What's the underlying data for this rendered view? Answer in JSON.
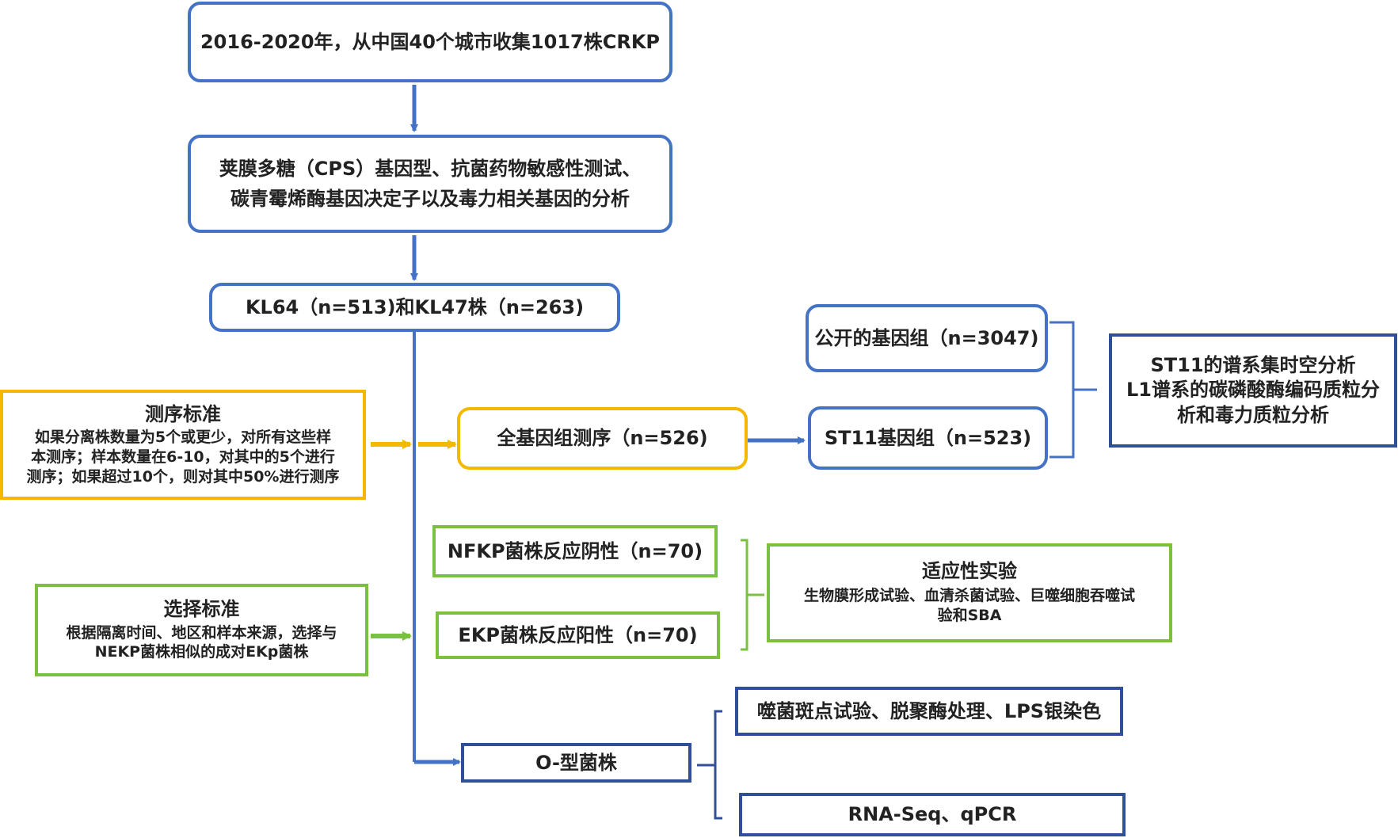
{
  "nodes": {
    "collect": "2016-2020年，从中国40个城市收集1017株CRKP",
    "analysis": [
      "荚膜多糖（CPS）基因型、抗菌药物敏感性测试、",
      "碳青霉烯酶基因决定子以及毒力相关基因的分析"
    ],
    "kl": "KL64（n=513)和KL47株（n=263)",
    "seq_criteria": {
      "title": "测序标准",
      "lines": [
        "如果分离株数量为5个或更少，对所有这些样",
        "本测序；样本数量在6-10，对其中的5个进行",
        "测序；如果超过10个，则对其中50%进行测序"
      ]
    },
    "wgs": "全基因组测序（n=526)",
    "public_genomes": "公开的基因组（n=3047)",
    "st11_genomes": "ST11基因组（n=523)",
    "st11_analysis": [
      "ST11的谱系集时空分析",
      "L1谱系的碳磷酸酶编码质粒分",
      "析和毒力质粒分析"
    ],
    "nfkp": "NFKP菌株反应阴性（n=70)",
    "ekp": "EKP菌株反应阳性（n=70)",
    "fitness": {
      "title": "适应性实验",
      "lines": [
        "生物膜形成试验、血清杀菌试验、巨噬细胞吞噬试",
        "验和SBA"
      ]
    },
    "select_criteria": {
      "title": "选择标准",
      "lines": [
        "根据隔离时间、地区和样本来源，选择与",
        "NEKP菌株相似的成对EKp菌株"
      ]
    },
    "otype": "O-型菌株",
    "phage": "噬菌斑点试验、脱聚酶处理、LPS银染色",
    "rnaseq": "RNA-Seq、qPCR"
  },
  "colors": {
    "blue": "#4472c4",
    "yellow": "#f5b800",
    "green": "#7ac142",
    "navy": "#2f4f9a"
  }
}
